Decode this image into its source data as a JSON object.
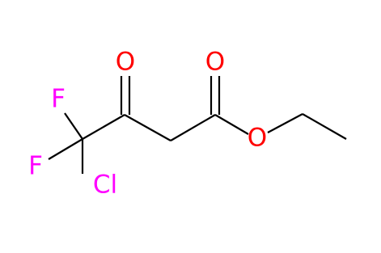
{
  "molecule": {
    "atoms": {
      "oxygen_ketone": {
        "label": "O",
        "color": "#ff0000"
      },
      "oxygen_ester_carbonyl": {
        "label": "O",
        "color": "#ff0000"
      },
      "oxygen_ester": {
        "label": "O",
        "color": "#ff0000"
      },
      "fluorine_top": {
        "label": "F",
        "color": "#ff00ff"
      },
      "fluorine_bottom": {
        "label": "F",
        "color": "#ff00ff"
      },
      "chlorine": {
        "label": "Cl",
        "color": "#ff00ff"
      }
    },
    "bond_color": "#000000"
  }
}
